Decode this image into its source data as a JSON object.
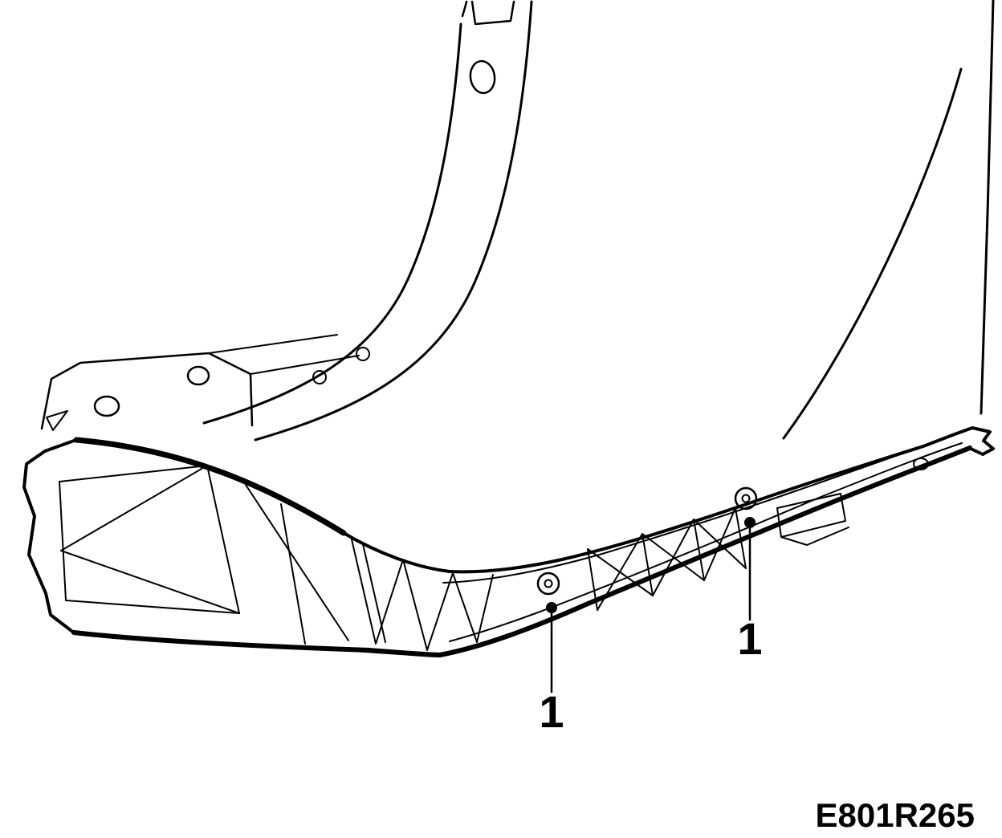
{
  "diagram": {
    "figure_code": "E801R265",
    "callouts": [
      {
        "label": "1"
      },
      {
        "label": "1"
      }
    ]
  }
}
